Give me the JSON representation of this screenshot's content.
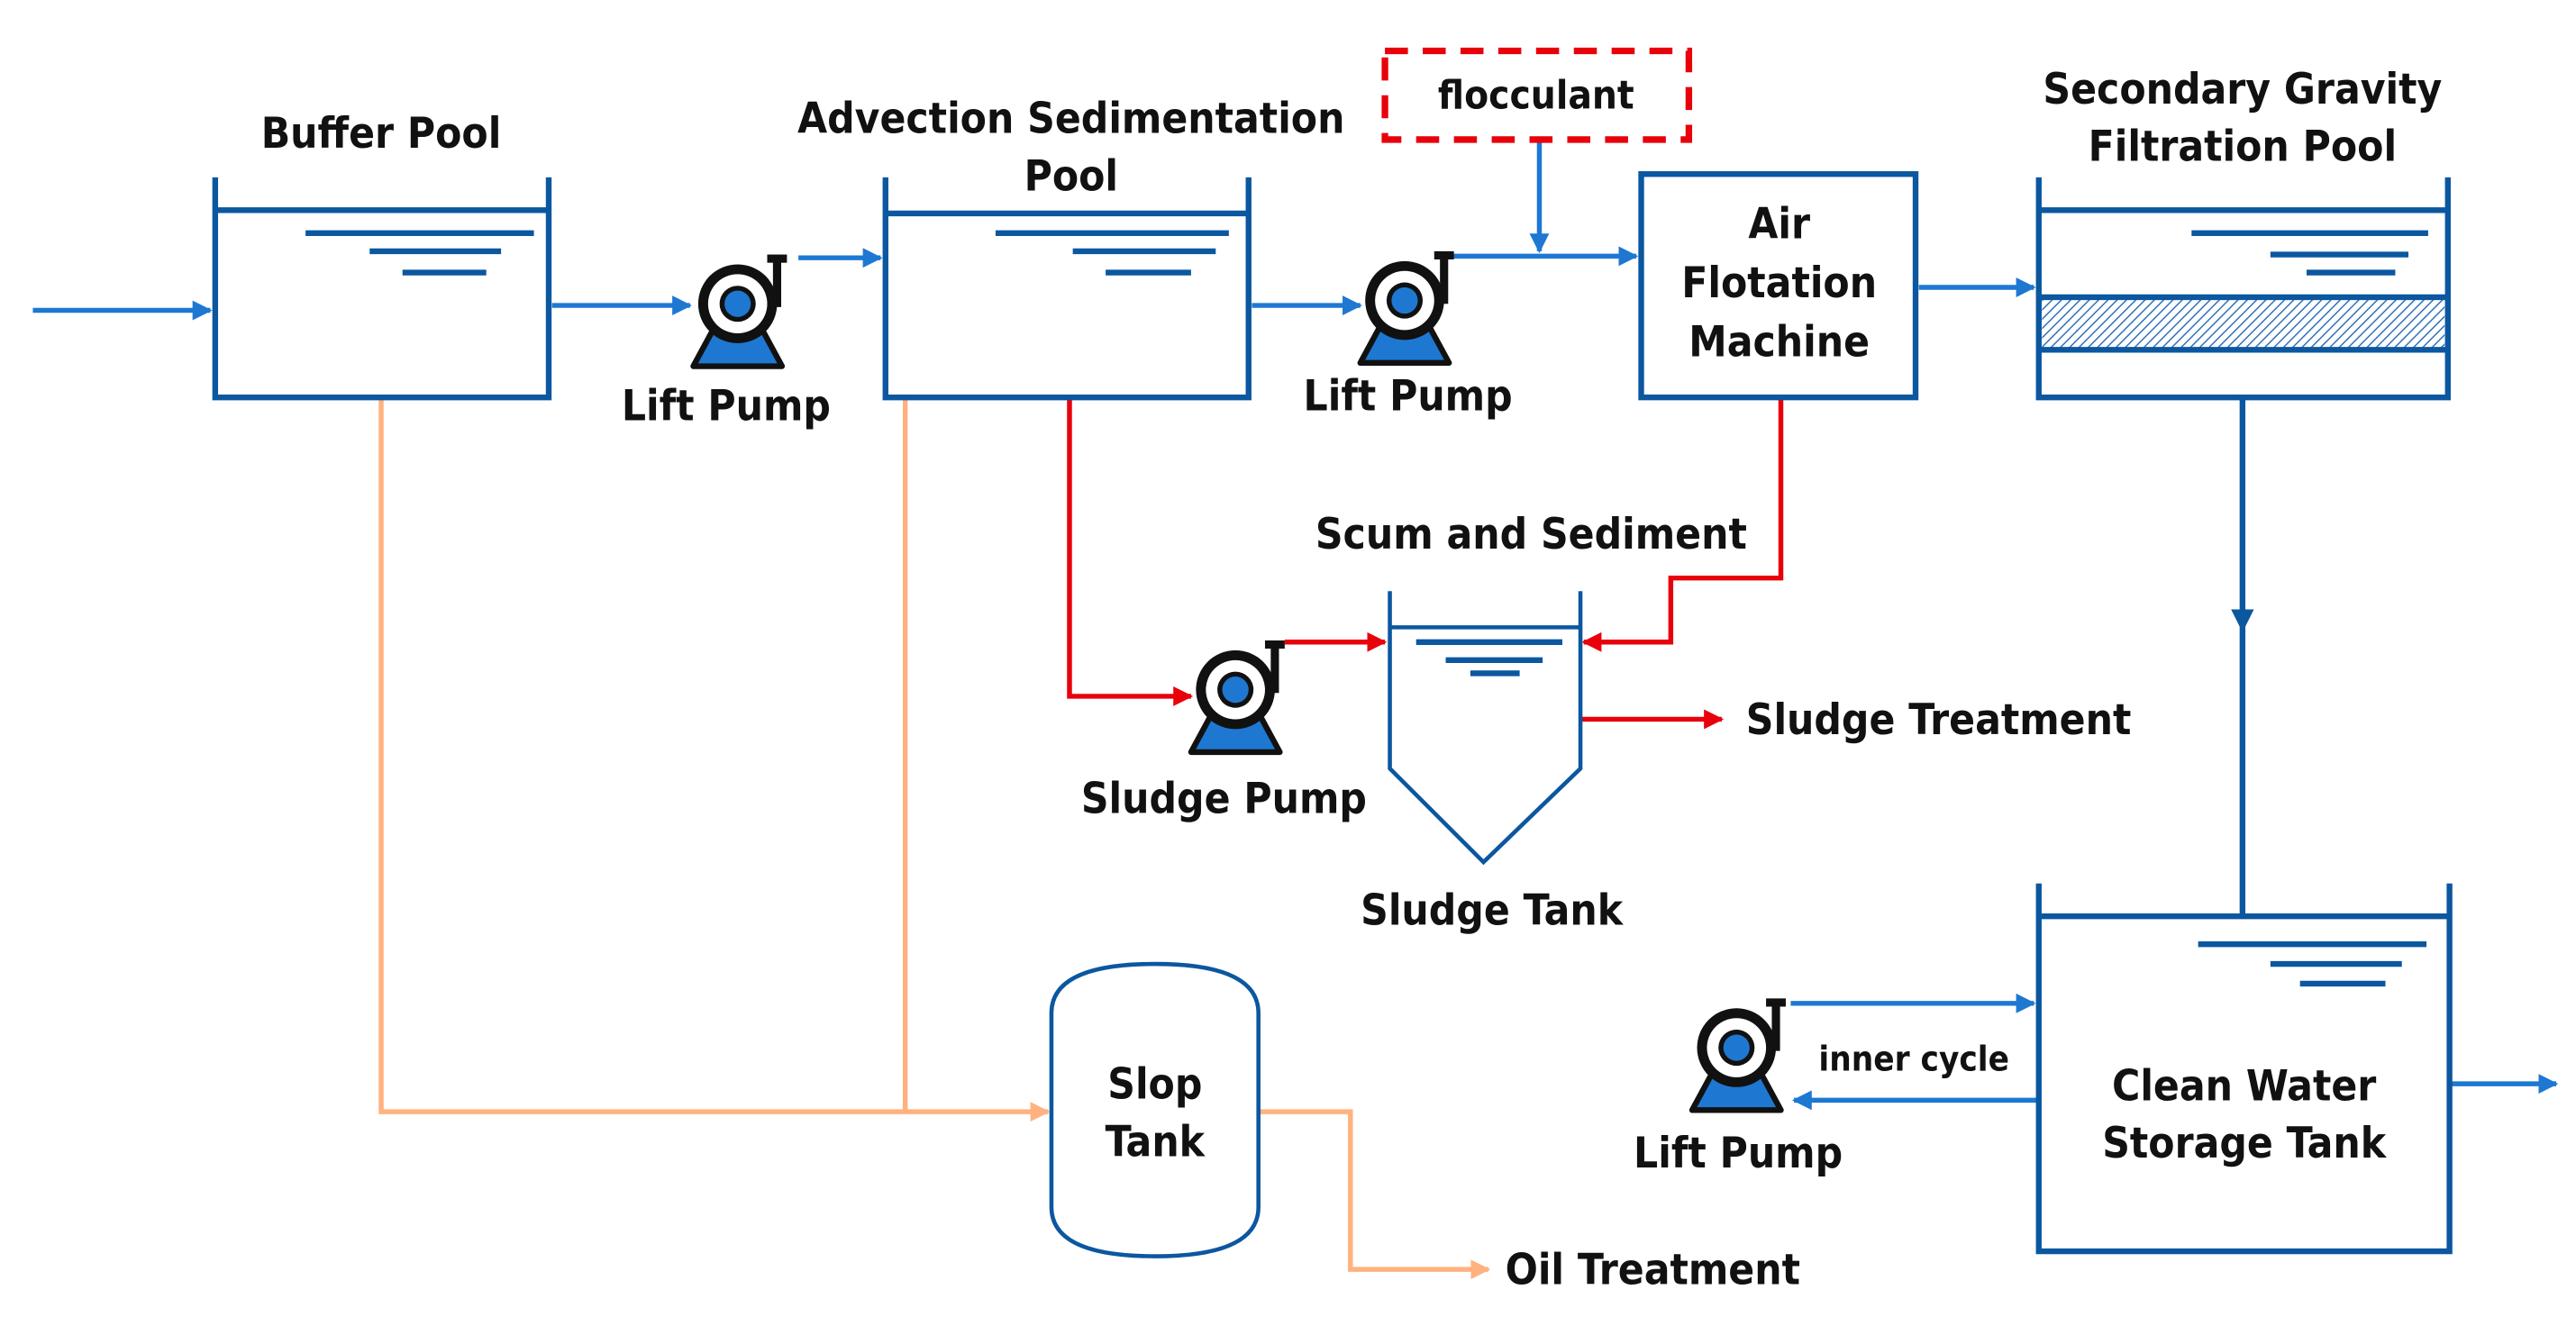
{
  "colors": {
    "vessel": "#0B57A0",
    "water_flow": "#1E78D2",
    "sludge_flow": "#E8000B",
    "oil_flow": "#FFB27F",
    "pump_body": "#1E78D2",
    "text": "#111111"
  },
  "units": {
    "buffer_pool": {
      "label": "Buffer Pool"
    },
    "advection_pool": {
      "label_line1": "Advection Sedimentation",
      "label_line2": "Pool"
    },
    "flocculant": {
      "label": "flocculant"
    },
    "air_flotation": {
      "label_line1": "Air",
      "label_line2": "Flotation",
      "label_line3": "Machine"
    },
    "filtration_pool": {
      "label_line1": "Secondary Gravity",
      "label_line2": "Filtration Pool"
    },
    "clean_water_tank": {
      "label_line1": "Clean Water",
      "label_line2": "Storage Tank"
    },
    "sludge_tank": {
      "label": "Sludge Tank",
      "inflow_label": "Scum and Sediment"
    },
    "slop_tank": {
      "label_line1": "Slop",
      "label_line2": "Tank"
    }
  },
  "pumps": [
    {
      "label": "Lift Pump",
      "icon": "pump-icon"
    },
    {
      "label": "Lift Pump",
      "icon": "pump-icon"
    },
    {
      "label": "Sludge Pump",
      "icon": "pump-icon"
    },
    {
      "label": "Lift Pump",
      "icon": "pump-icon"
    }
  ],
  "outputs": {
    "sludge_treatment": "Sludge Treatment",
    "oil_treatment": "Oil Treatment",
    "inner_cycle": "inner cycle"
  }
}
